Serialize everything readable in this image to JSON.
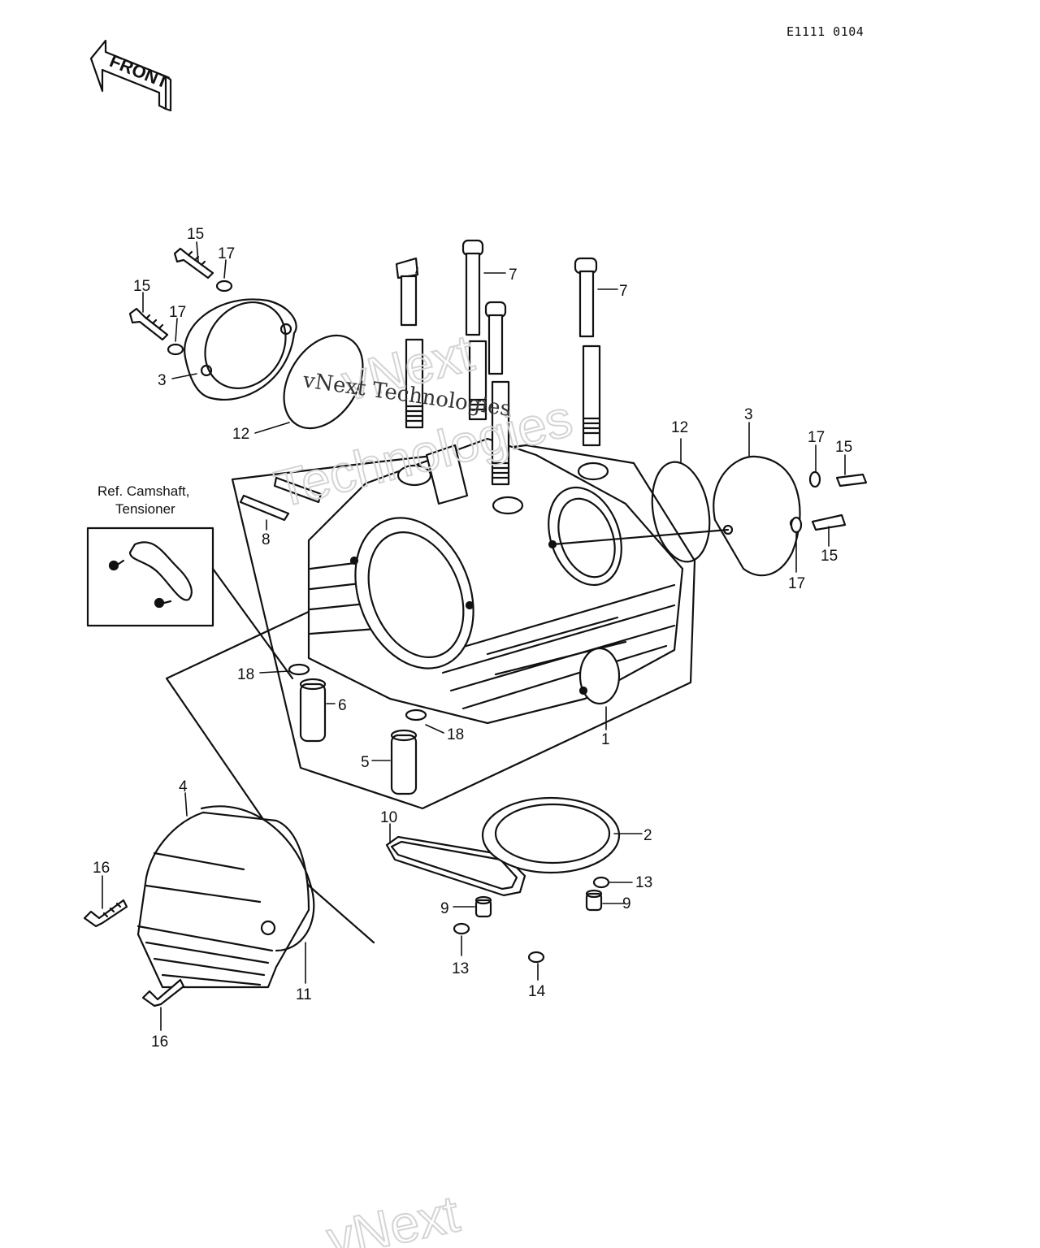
{
  "document_code": "E1111 0104",
  "front_label": "FRONT",
  "reference_note": {
    "line1": "Ref. Camshaft,",
    "line2": "Tensioner"
  },
  "callouts": {
    "c1": "1",
    "c2": "2",
    "c3a": "3",
    "c3b": "3",
    "c4": "4",
    "c5": "5",
    "c6": "6",
    "c7a": "7",
    "c7b": "7",
    "c8": "8",
    "c9a": "9",
    "c9b": "9",
    "c10": "10",
    "c11": "11",
    "c12a": "12",
    "c12b": "12",
    "c13a": "13",
    "c13b": "13",
    "c14": "14",
    "c15a": "15",
    "c15b": "15",
    "c15c": "15",
    "c15d": "15",
    "c16a": "16",
    "c16b": "16",
    "c17a": "17",
    "c17b": "17",
    "c17c": "17",
    "c17d": "17",
    "c18a": "18",
    "c18b": "18"
  },
  "watermarks": {
    "w1": "vNext",
    "w2": "Technologies",
    "w3": "vNext Technologies",
    "w4": "vNext"
  }
}
